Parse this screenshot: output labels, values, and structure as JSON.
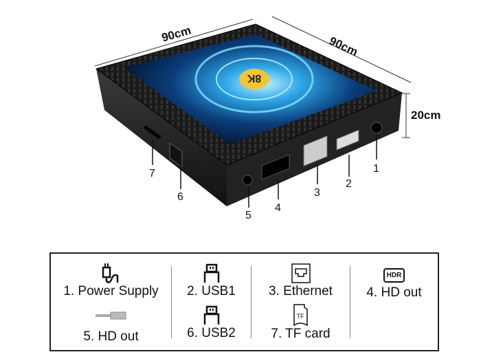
{
  "dimensions": {
    "width": "90cm",
    "depth": "90cm",
    "height": "20cm"
  },
  "screen_badge": "8K",
  "callouts": [
    "1",
    "2",
    "3",
    "4",
    "5",
    "6",
    "7"
  ],
  "legend": [
    {
      "label": "1. Power Supply",
      "icon": "power-plug-icon"
    },
    {
      "label": "2. USB1",
      "icon": "usb-icon"
    },
    {
      "label": "3. Ethernet",
      "icon": "ethernet-icon"
    },
    {
      "label": "4. HD out",
      "icon": "hdr-icon",
      "icon_text": "HDR"
    },
    {
      "label": "5. HD out",
      "icon": "audio-jack-icon"
    },
    {
      "label": "6. USB2",
      "icon": "usb-icon"
    },
    {
      "label": "7. TF card",
      "icon": "tf-card-icon",
      "icon_text": "TF"
    }
  ]
}
